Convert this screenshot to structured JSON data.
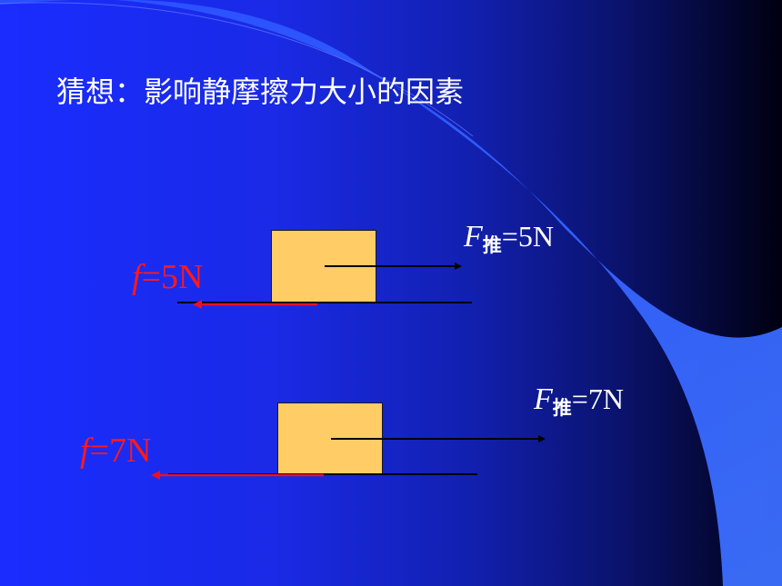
{
  "slide": {
    "title": "猜想：影响静摩擦力大小的因素",
    "colors": {
      "background_left": "#1a2cff",
      "background_right": "#000010",
      "swoosh": "#3a6cff",
      "block": "#ffcc66",
      "friction_text": "#ff1a1a",
      "push_text": "#ffffff"
    },
    "scenarios": [
      {
        "push_symbol": "F",
        "push_subscript": "推",
        "push_value": "=5N",
        "friction_symbol": "f",
        "friction_value": "=5N"
      },
      {
        "push_symbol": "F",
        "push_subscript": "推",
        "push_value": "=7N",
        "friction_symbol": "f",
        "friction_value": "=7N"
      }
    ]
  }
}
